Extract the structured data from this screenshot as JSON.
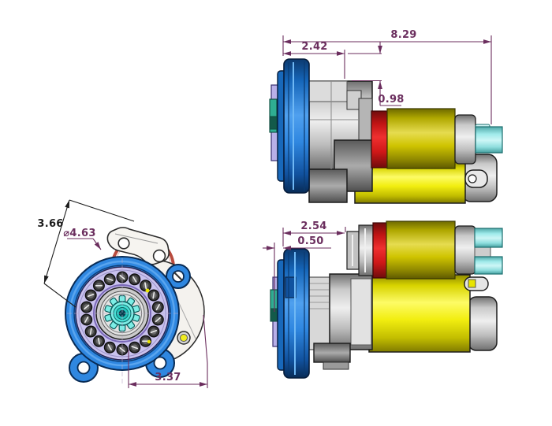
{
  "drawing": {
    "kind": "cad-engineering-drawing",
    "subject": "starter-motor-three-view-drawing",
    "dims": {
      "overall_length": "8.29",
      "flange_to_boss": "2.42",
      "boss_offset": "0.98",
      "solenoid_front": "2.54",
      "pinion_offset": "0.50",
      "bracket_height": "3.66",
      "flange_diameter": "⌀4.63",
      "bolt_spacing": "3.37"
    },
    "palette": {
      "flange_blue": "#2f87e0",
      "solenoid_red": "#dd1616",
      "solenoid_yellow": "#cfc400",
      "motor_yellow": "#f2ee10",
      "terminal_cyan": "#a8ecec",
      "pinion_cyan": "#49ded4",
      "bearing_lavender": "#c9c2ee",
      "housing_gray": "#c4c4c4",
      "bracket_white": "#f6f4f0",
      "solenoid_ring_red": "#b84b3e",
      "dimension_purple": "#6b2e5e",
      "dimension_black": "#1c1c1c",
      "background": "#ffffff"
    }
  }
}
